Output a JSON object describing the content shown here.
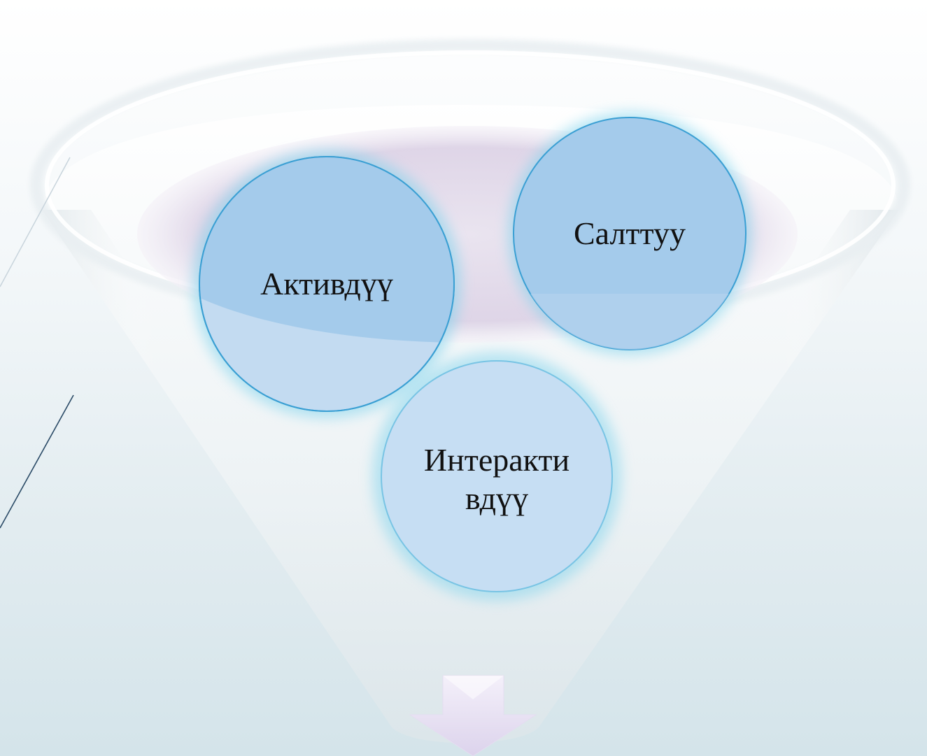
{
  "diagram": {
    "type": "funnel",
    "circles": [
      {
        "id": "activation",
        "label": "Активдүү"
      },
      {
        "id": "salttuu",
        "label": "Салттуу"
      },
      {
        "id": "interactive",
        "label": "Интеракти вдүү"
      }
    ]
  },
  "colors": {
    "circle_fill": "#a4cbeb",
    "circle_fill_light": "#c6def3",
    "circle_stroke": "#3a9fd3",
    "circle_glow": "#7fd3ec",
    "funnel_rim_shadow": "#dcd2e6",
    "arrow_fill": "#ece6f6",
    "accent_line": "#2a4a66"
  }
}
